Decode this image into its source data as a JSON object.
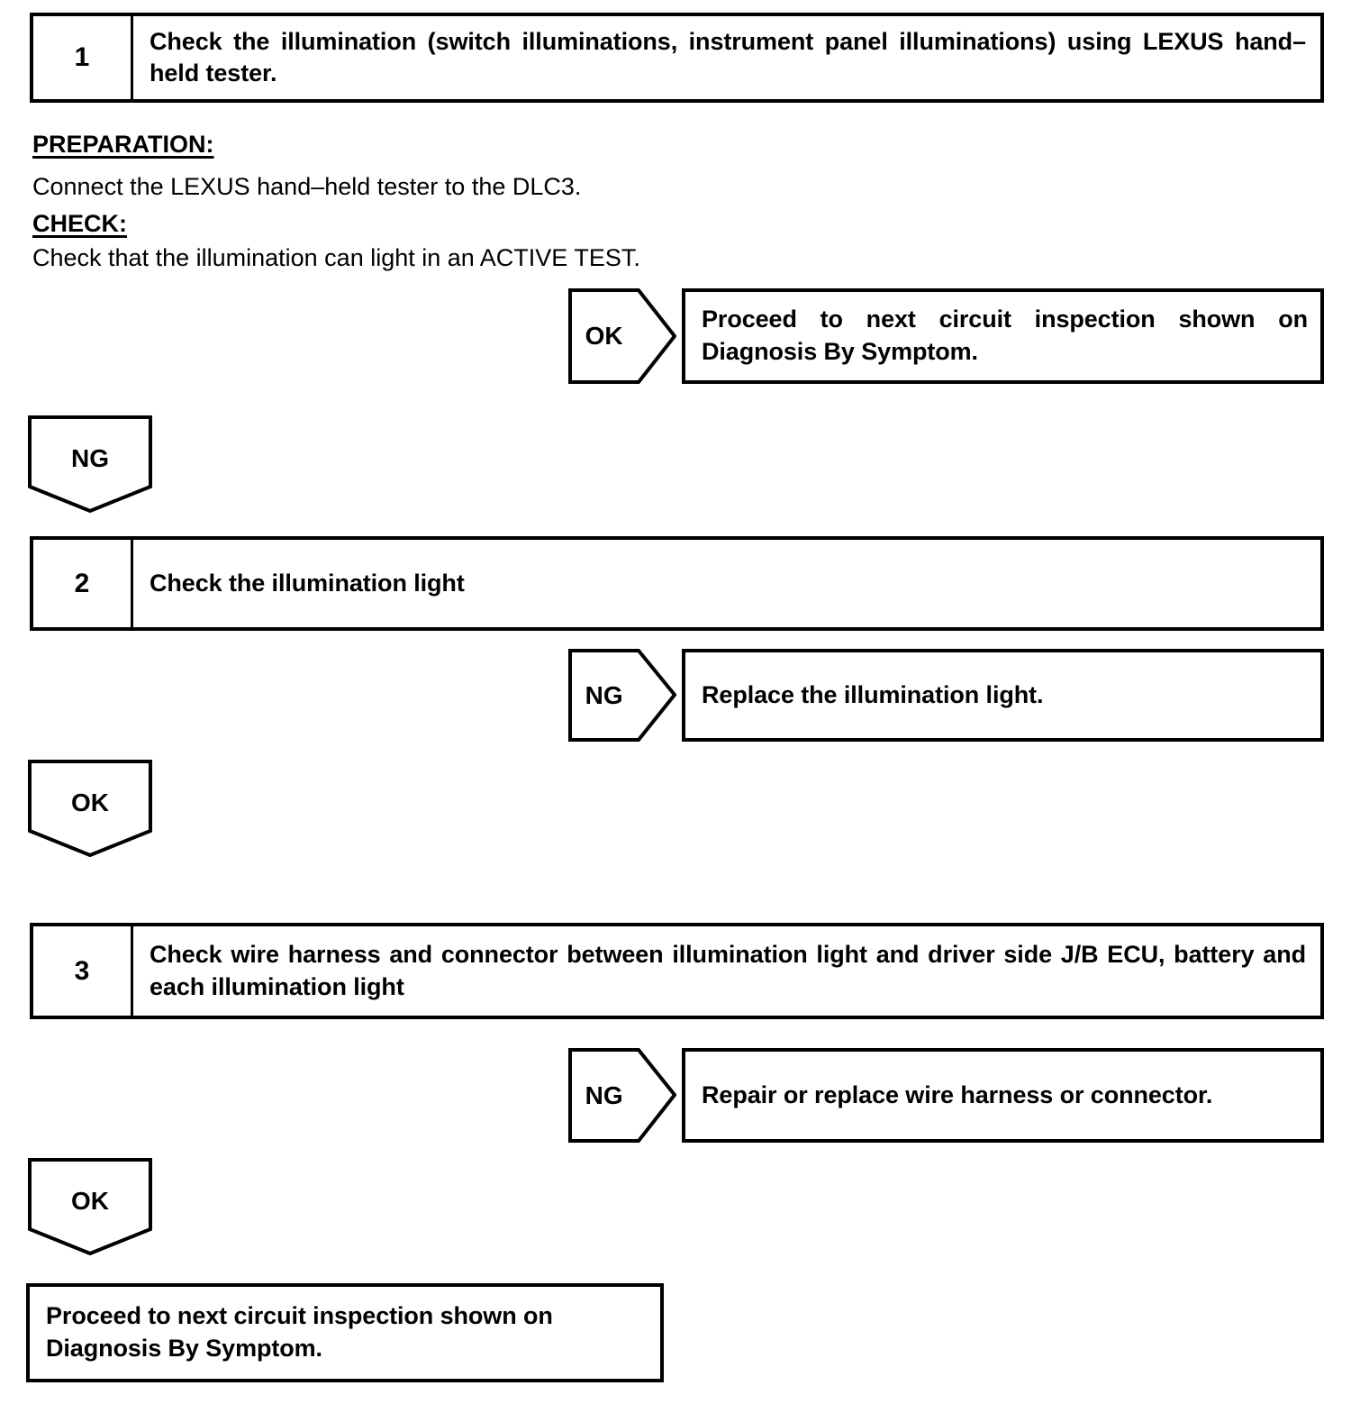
{
  "document": {
    "type": "diagnostic-troubleshooting-flowchart",
    "brand_reference": "LEXUS"
  },
  "steps": [
    {
      "number": "1",
      "text": "Check the illumination (switch illuminations, instrument panel illuminations) using LEXUS hand–held tester."
    },
    {
      "number": "2",
      "text": "Check the illumination light"
    },
    {
      "number": "3",
      "text": "Check wire harness and connector between illumination light and driver side J/B ECU, battery and each illumination light"
    }
  ],
  "notes": {
    "preparation_heading": "PREPARATION:",
    "preparation_body": "Connect the LEXUS hand–held tester to the DLC3.",
    "check_heading": "CHECK:",
    "check_body": "Check that the illumination can light in an ACTIVE TEST."
  },
  "branches": {
    "step1_ok": {
      "judgement": "OK",
      "result": "Proceed to next circuit inspection shown on Diagnosis By Symptom."
    },
    "step1_ng": {
      "judgement": "NG"
    },
    "step2_ng": {
      "judgement": "NG",
      "result": "Replace the illumination light."
    },
    "step2_ok": {
      "judgement": "OK"
    },
    "step3_ng": {
      "judgement": "NG",
      "result": "Repair or replace wire harness or connector."
    },
    "step3_ok": {
      "judgement": "OK"
    }
  },
  "final": {
    "text": "Proceed to next circuit inspection shown on Diagnosis By Symptom."
  },
  "colors": {
    "ink": "#000000",
    "paper": "#ffffff"
  }
}
